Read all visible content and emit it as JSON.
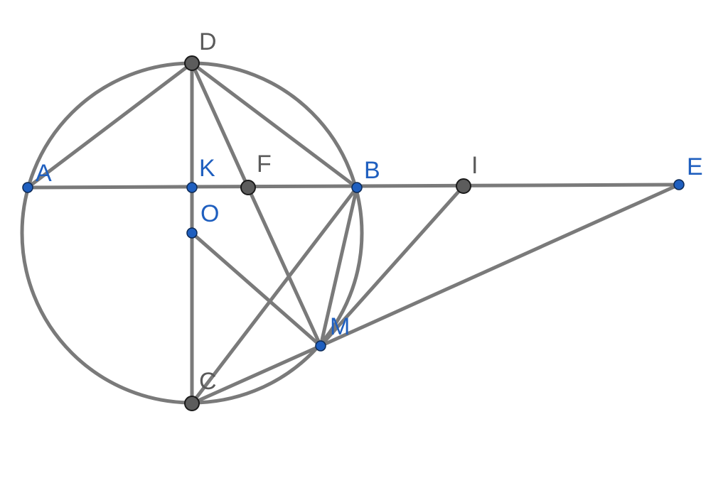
{
  "figure": {
    "circle": {
      "center": "O",
      "through": "D"
    },
    "segments": [
      [
        "A",
        "E"
      ],
      [
        "D",
        "C"
      ],
      [
        "A",
        "D"
      ],
      [
        "D",
        "F"
      ],
      [
        "D",
        "B"
      ],
      [
        "F",
        "M"
      ],
      [
        "B",
        "M"
      ],
      [
        "B",
        "C"
      ],
      [
        "O",
        "M"
      ],
      [
        "I",
        "M"
      ],
      [
        "M",
        "E"
      ],
      [
        "C",
        "M"
      ]
    ],
    "points": [
      {
        "id": "D",
        "label": "D",
        "kind": "free",
        "color": "#5c5c5c"
      },
      {
        "id": "A",
        "label": "A",
        "kind": "blue",
        "color": "#1f5fbf"
      },
      {
        "id": "K",
        "label": "K",
        "kind": "blue",
        "color": "#1f5fbf"
      },
      {
        "id": "F",
        "label": "F",
        "kind": "free",
        "color": "#5c5c5c"
      },
      {
        "id": "B",
        "label": "B",
        "kind": "blue",
        "color": "#1f5fbf"
      },
      {
        "id": "I",
        "label": "I",
        "kind": "free",
        "color": "#5c5c5c"
      },
      {
        "id": "E",
        "label": "E",
        "kind": "blue",
        "color": "#1f5fbf"
      },
      {
        "id": "O",
        "label": "O",
        "kind": "blue",
        "color": "#1f5fbf"
      },
      {
        "id": "M",
        "label": "M",
        "kind": "blue",
        "color": "#1f5fbf"
      },
      {
        "id": "C",
        "label": "C",
        "kind": "free",
        "color": "#5c5c5c"
      }
    ]
  }
}
